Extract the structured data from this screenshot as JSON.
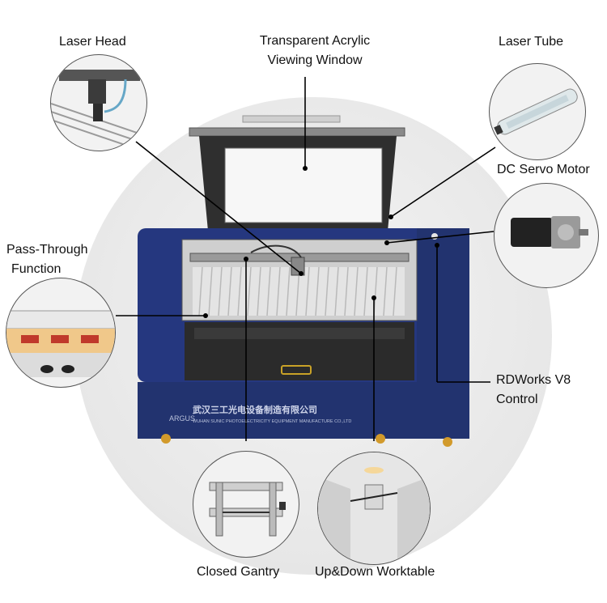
{
  "labels": {
    "laser_head": "Laser Head",
    "acrylic_window": [
      "Transparent Acrylic",
      "Viewing Window"
    ],
    "laser_tube": "Laser Tube",
    "servo_motor": "DC Servo Motor",
    "pass_through": [
      "Pass-Through",
      "Function"
    ],
    "control": [
      "RDWorks V8",
      "Control"
    ],
    "gantry": "Closed Gantry",
    "worktable": "Up&Down Worktable"
  },
  "machine": {
    "brand": "ARGUS",
    "company_cn": "武汉三工光电设备制造有限公司",
    "company_en": "WUHAN SUNIC PHOTOELECTRICITY EQUIPMENT MANUFACTURE CO.,LTD"
  },
  "colors": {
    "body_blue": "#25377f",
    "panel_dark": "#2b2b2b",
    "bed": "#d9d9d9"
  }
}
